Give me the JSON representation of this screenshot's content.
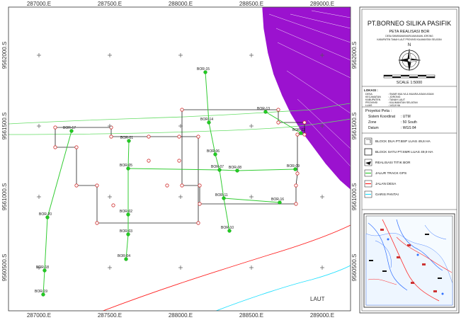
{
  "axes": {
    "x_ticks": [
      "287000.E",
      "287500.E",
      "288000.E",
      "288500.E",
      "289000.E"
    ],
    "y_ticks": [
      "9562000.S",
      "9561500.S",
      "9561000.S",
      "9560500.S"
    ]
  },
  "bor_points": [
    {
      "label": "BOR-15",
      "x": 288175,
      "y": 9561880
    },
    {
      "label": "BOR-13",
      "x": 288600,
      "y": 9561600
    },
    {
      "label": "BOR-14",
      "x": 288200,
      "y": 9561525
    },
    {
      "label": "BOR-17",
      "x": 287230,
      "y": 9561465
    },
    {
      "label": "BOR-01",
      "x": 287635,
      "y": 9561395
    },
    {
      "label": "BOR-12",
      "x": 288850,
      "y": 9561450
    },
    {
      "label": "BOR-06",
      "x": 288245,
      "y": 9561300
    },
    {
      "label": "BOR-05",
      "x": 287630,
      "y": 9561200
    },
    {
      "label": "BOR-07",
      "x": 288275,
      "y": 9561190
    },
    {
      "label": "BOR-08",
      "x": 288400,
      "y": 9561185
    },
    {
      "label": "BOR-09",
      "x": 288810,
      "y": 9561195
    },
    {
      "label": "BOR-11",
      "x": 288305,
      "y": 9560990
    },
    {
      "label": "BOR-16",
      "x": 288700,
      "y": 9560960
    },
    {
      "label": "BOR-02",
      "x": 287630,
      "y": 9560875
    },
    {
      "label": "BOR-20",
      "x": 287060,
      "y": 9560855
    },
    {
      "label": "BOR-03",
      "x": 287630,
      "y": 9560735
    },
    {
      "label": "BOR-10",
      "x": 288345,
      "y": 9560760
    },
    {
      "label": "BOR-04",
      "x": 287615,
      "y": 9560560
    },
    {
      "label": "BOR-18",
      "x": 287040,
      "y": 9560480
    },
    {
      "label": "BOR-19",
      "x": 287030,
      "y": 9560310
    }
  ],
  "map_labels": {
    "laut": "LAUT"
  },
  "title_block": {
    "company": "PT.BORNEO SILIKA PASIFIK",
    "map_title": "PETA REALISASI BOR",
    "desa_line": "DESA SWARAMAKMURLMAKANAN JORONG",
    "kab_line": "KABUPATEN TANAH LAUT PROVINSI KALIMANTAN SELATAN",
    "north": "N",
    "scale": "SCALE 1:5000"
  },
  "lokasi": {
    "heading": "LOKASI :",
    "rows": [
      {
        "key": "DESA",
        "value": ": SWAR MULYA & MUARA ASAM ASAM"
      },
      {
        "key": "KECAMATAN",
        "value": ": JORONG"
      },
      {
        "key": "KABUPATEN",
        "value": ": TANAH LAUT"
      },
      {
        "key": "PROVINSI",
        "value": ": KALIMANTAN SELATAN"
      },
      {
        "key": "LUAS",
        "value": ": 143,8 HA"
      }
    ]
  },
  "proyeksi": {
    "heading": "Proyeksi Peta :",
    "rows": [
      {
        "key": "Sistem Koordinat",
        "value": ": UTM"
      },
      {
        "key": "Zone",
        "value": ": 50 South"
      },
      {
        "key": "Datum",
        "value": ": WGS 84"
      }
    ]
  },
  "legend": [
    {
      "label": "BLOCK DUA PT.BSP LUAS  49,6 HA",
      "swatch": "block-dua"
    },
    {
      "label": "BLOCK SATU PT.SMR LUAS  49,9 HA",
      "swatch": "block-satu"
    },
    {
      "label": "REALISASI TITIK BOR",
      "swatch": "bor-point"
    },
    {
      "label": "JALUR TRACK GPS",
      "swatch": "gps-track"
    },
    {
      "label": "JALAN DESA",
      "swatch": "road"
    },
    {
      "label": "GARIS PANTAI",
      "swatch": "coast"
    }
  ],
  "colors": {
    "sea_polygon": "#9b12cf",
    "gps_track": "#33cc33",
    "bor_point": "#22cc22",
    "road": "#ff2222",
    "coastline": "#20e0ff",
    "block_boundary": "#222222",
    "vertex": "#d03030"
  }
}
